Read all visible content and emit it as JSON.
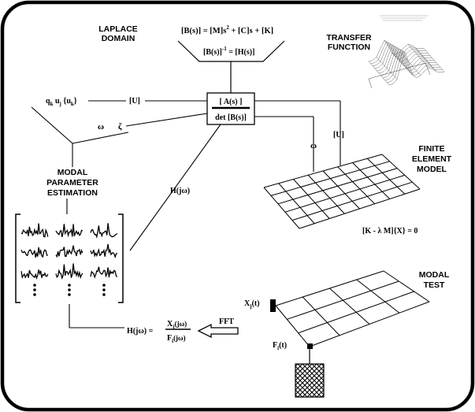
{
  "labels": {
    "laplace_line1": "LAPLACE",
    "laplace_line2": "DOMAIN",
    "transfer_line1": "TRANSFER",
    "transfer_line2": "FUNCTION",
    "modal_param_line1": "MODAL",
    "modal_param_line2": "PARAMETER",
    "modal_param_line3": "ESTIMATION",
    "fem_line1": "FINITE",
    "fem_line2": "ELEMENT",
    "fem_line3": "MODEL",
    "modal_test_line1": "MODAL",
    "modal_test_line2": "TEST"
  },
  "equations": {
    "bs_eq_lhs": "[B(s)] = [M]s",
    "bs_eq_sup": "2",
    "bs_eq_rhs": " + [C]s + [K]",
    "inverse_lhs": "[B(s)]",
    "inverse_sup": "-1",
    "inverse_rhs": " = [H(s)]",
    "box_numerator": "[ A(s) ]",
    "box_denominator": "det [B(s)]",
    "modal_vars_q": "q",
    "modal_vars_k1": "k",
    "modal_vars_u": " u",
    "modal_vars_j": "j",
    "modal_vars_brace": " {u",
    "modal_vars_k2": "k",
    "modal_vars_close": "}",
    "u_label_left": "[U]",
    "u_label_right": "[U]",
    "omega_zeta_w": "ω",
    "omega_zeta_z": "ζ",
    "omega_right": "ω",
    "hjw_diag": "H(jω)",
    "eig_eq": "[K - λ M]{X} = 0",
    "xj_label": "X",
    "xj_sub": "j",
    "xj_arg": "(t)",
    "fi_label": "F",
    "fi_sub": "i",
    "fi_arg": "(t)",
    "frf_lhs": "H(jω) =",
    "frf_num": "X",
    "frf_num_sub": "j",
    "frf_num_arg": "(jω)",
    "frf_den": "F",
    "frf_den_sub": "i",
    "frf_den_arg": "(jω)",
    "fft_label": "FFT"
  },
  "colors": {
    "ink": "#000000",
    "background": "#ffffff",
    "inset_gray": "#9a9a9a"
  },
  "icons": {
    "transfer_plot": "3d-surface-plot-thumbnail",
    "shaker": "crosshatched-shaker-block",
    "accelerometer": "sensor-block"
  }
}
